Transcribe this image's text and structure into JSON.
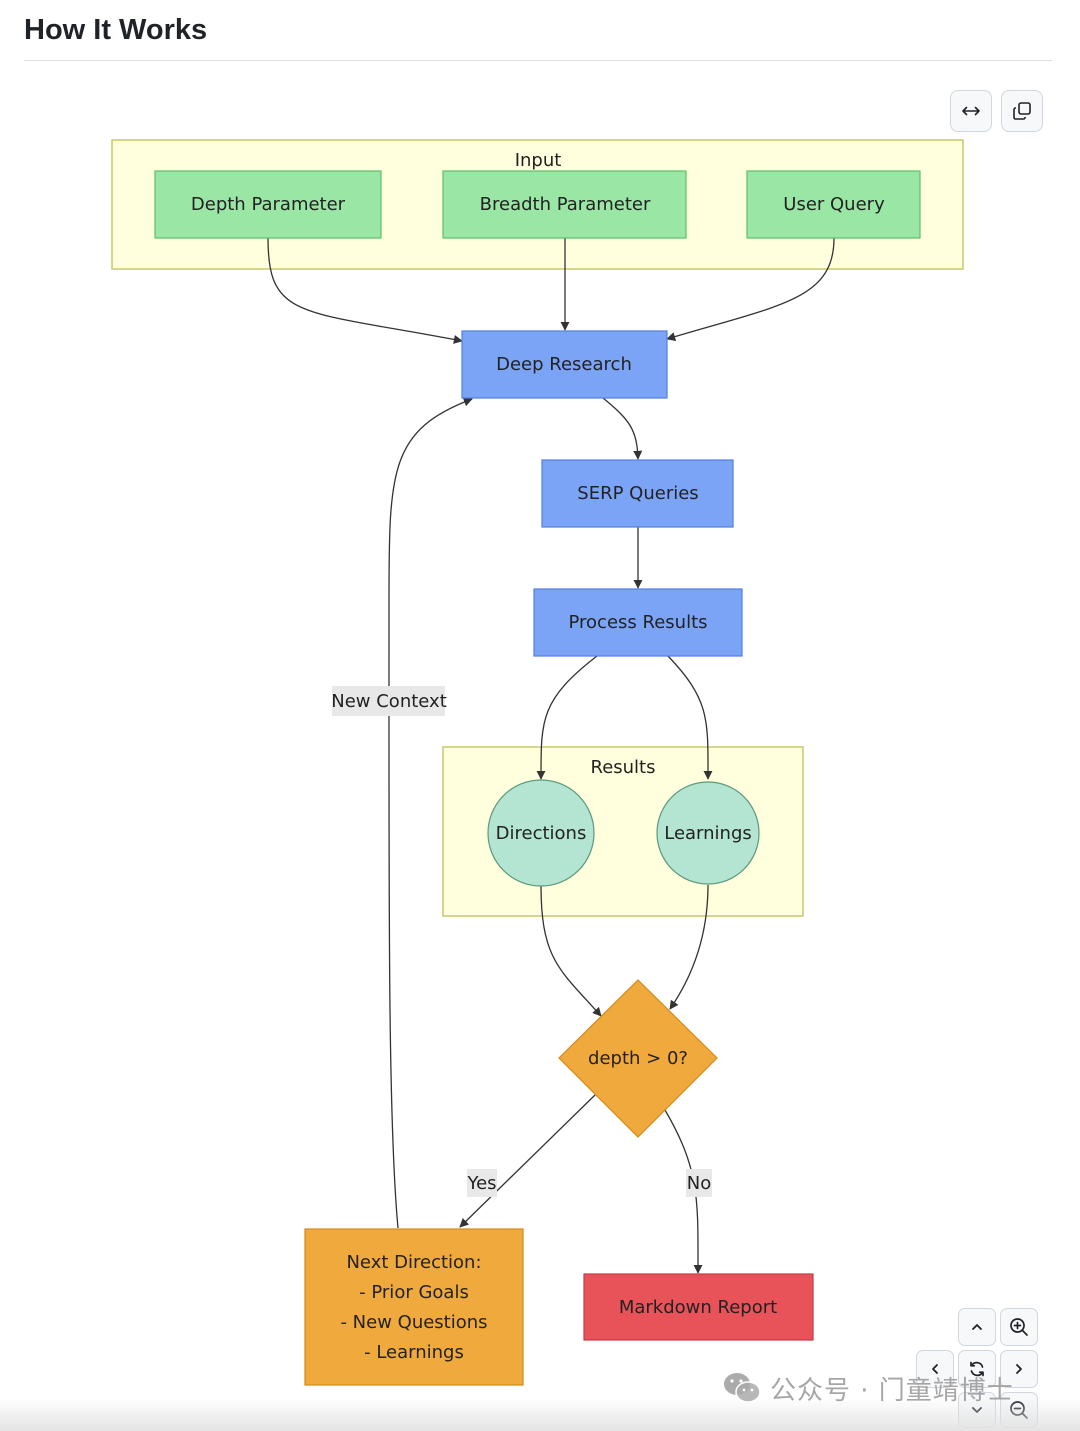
{
  "page": {
    "title": "How It Works"
  },
  "toolbar": {
    "expand_icon": "arrows-horizontal-icon",
    "copy_icon": "copy-icon"
  },
  "diagram": {
    "groups": {
      "input": "Input",
      "results": "Results"
    },
    "nodes": {
      "depth_param": "Depth Parameter",
      "breadth_param": "Breadth Parameter",
      "user_query": "User Query",
      "deep_research": "Deep Research",
      "serp_queries": "SERP Queries",
      "process_results": "Process Results",
      "directions": "Directions",
      "learnings": "Learnings",
      "decision": "depth > 0?",
      "next_direction": [
        "Next Direction:",
        "- Prior Goals",
        "- New Questions",
        "- Learnings"
      ],
      "markdown_report": "Markdown Report"
    },
    "edge_labels": {
      "new_context": "New Context",
      "yes": "Yes",
      "no": "No"
    },
    "colors": {
      "group_fill": "#ffffde",
      "group_border": "#c9c96b",
      "input_node": "#99e6a5",
      "input_border": "#5fbf6e",
      "process_node": "#7ba4f7",
      "process_border": "#4f7fe0",
      "result_node": "#b4e4d2",
      "result_border": "#5a9a7c",
      "decision_node": "#f0a93c",
      "next_node": "#f0a93c",
      "report_node": "#e8535a",
      "edge_label_bg": "#e8e8e8"
    }
  },
  "zoom_controls": {
    "up": "chevron-up-icon",
    "left": "chevron-left-icon",
    "reset": "refresh-icon",
    "right": "chevron-right-icon",
    "down": "chevron-down-icon",
    "zoom_in": "zoom-in-icon",
    "zoom_out": "zoom-out-icon"
  },
  "watermark": {
    "text": "公众号 · 门童靖博士",
    "icon": "wechat-icon"
  }
}
